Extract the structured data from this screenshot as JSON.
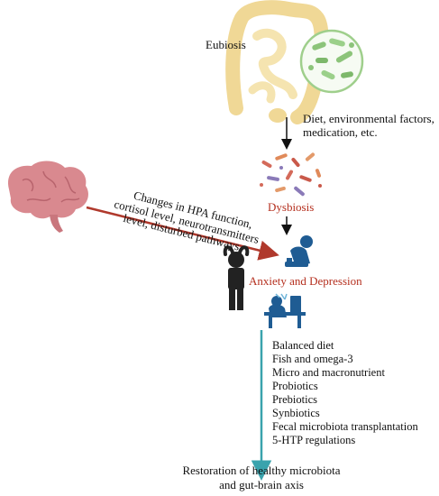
{
  "eubiosis_label": "Eubiosis",
  "factors_text": [
    "Diet, environmental factors,",
    "medication, etc."
  ],
  "dysbiosis_label": "Dysbiosis",
  "hpa_text": [
    "Changes in HPA function,",
    "cortisol level, neurotransmitters",
    "level, disturbed pathways"
  ],
  "anxiety_label": "Anxiety and Depression",
  "interventions": [
    "Balanced diet",
    "Fish and omega-3",
    "Micro and macronutrient",
    "Probiotics",
    "Prebiotics",
    "Synbiotics",
    "Fecal microbiota transplantation",
    "5-HTP regulations"
  ],
  "restoration_text": [
    "Restoration of healthy microbiota",
    "and gut-brain axis"
  ],
  "colors": {
    "intestine": "#f2dfa0",
    "intestine_outline": "#e3c77a",
    "bacteria_circle_border": "#9fcf8c",
    "bacteria": "#8cc47a",
    "brain": "#d9898f",
    "brain_dark": "#b8646d",
    "red_arrow": "#b0392c",
    "teal_arrow": "#3aa3ad",
    "figure_blue": "#1f5c93",
    "figure_dark": "#222222",
    "dysbiosis_text": "#b5301f"
  },
  "icons": [
    "intestine-icon",
    "bacteria-magnified-icon",
    "dysbiosis-bacteria-icon",
    "brain-icon",
    "stressed-person-icon",
    "depressed-person-icon",
    "desk-worker-icon"
  ]
}
